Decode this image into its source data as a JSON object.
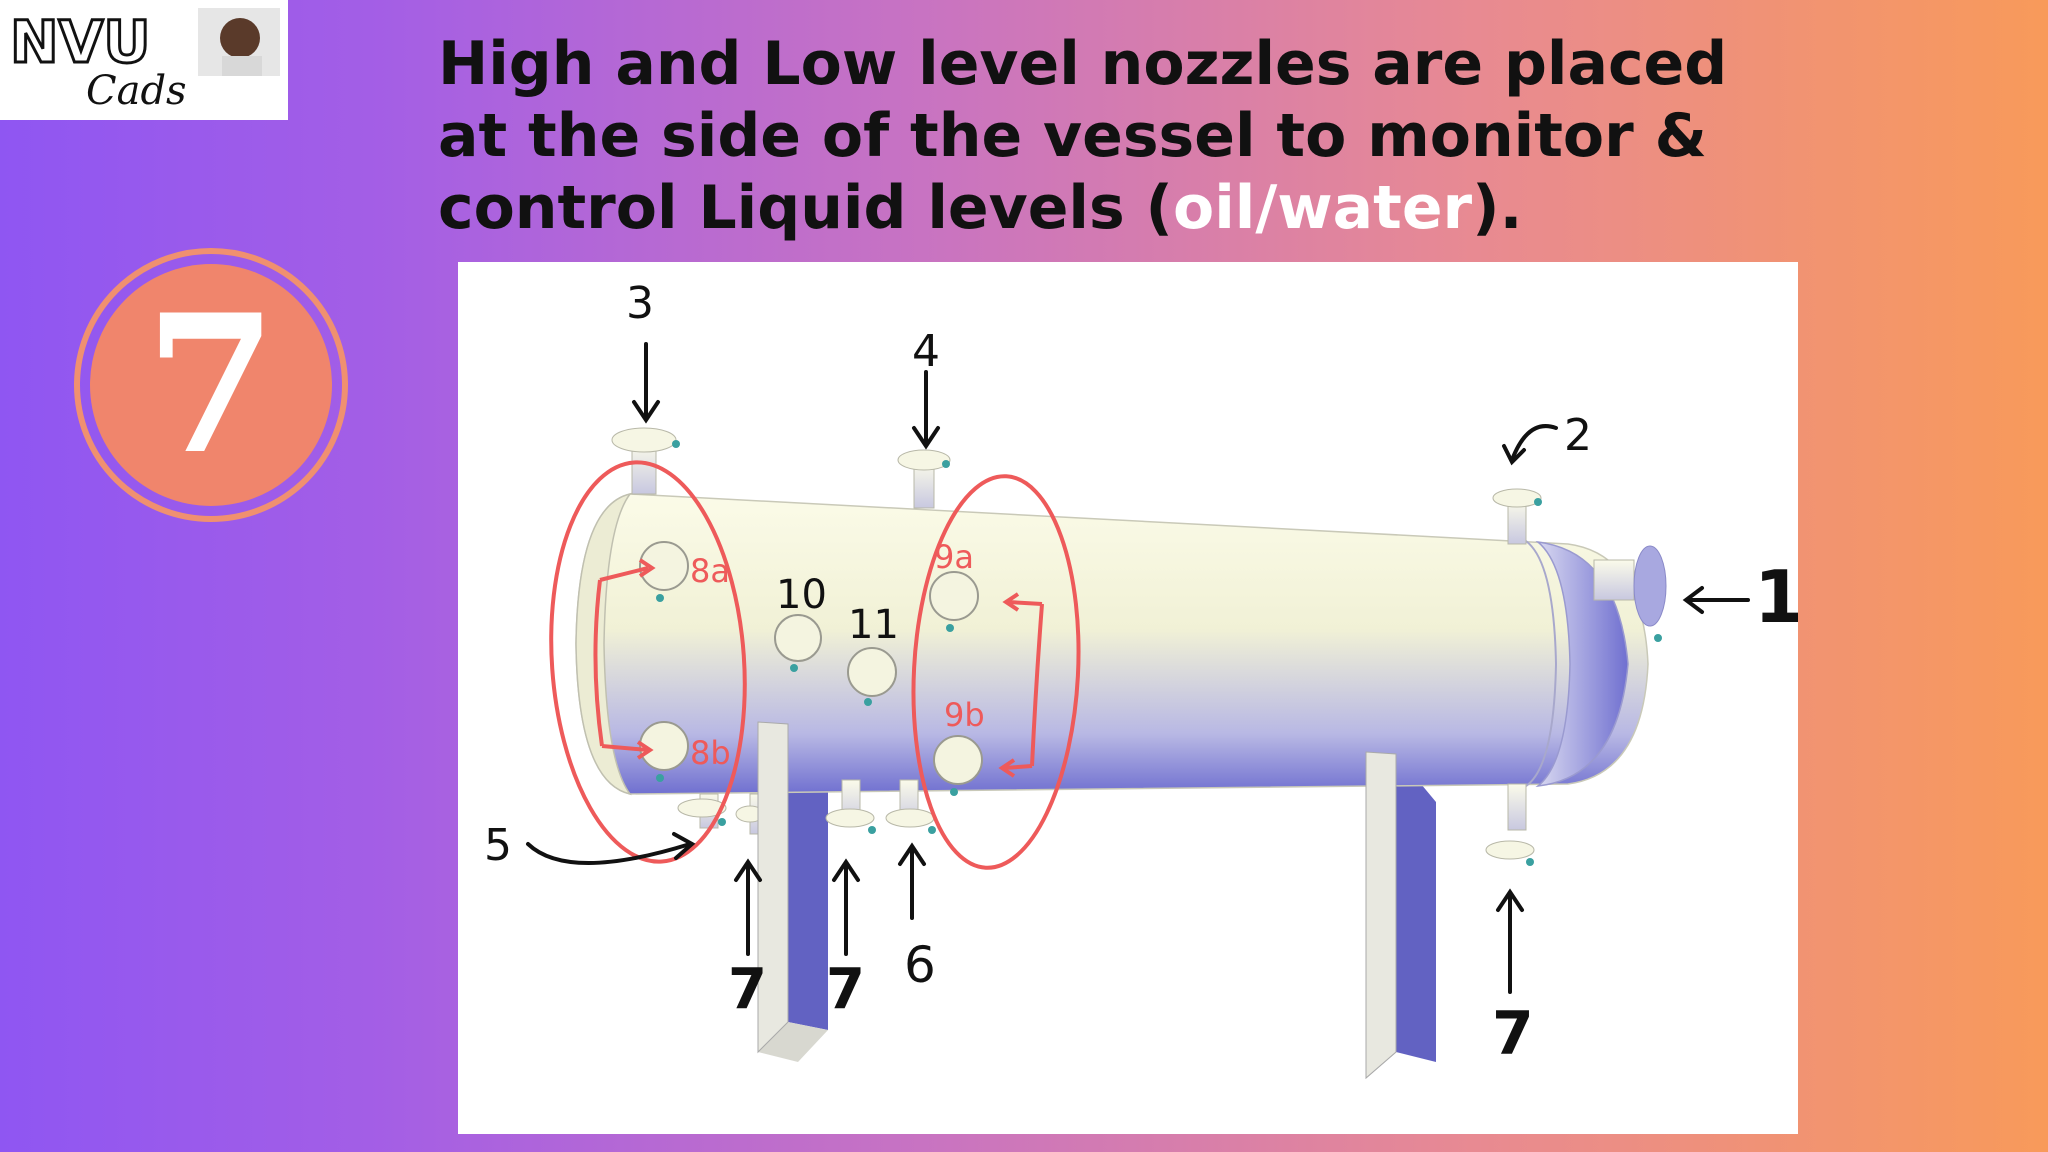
{
  "logo": {
    "brand_text": "NVU",
    "brand_sub": "Cads"
  },
  "headline": {
    "line1": "High and Low level nozzles are placed",
    "line2": "at the side of the vessel to monitor &",
    "line3_start": "control Liquid levels (",
    "line3_accent": "oil/water",
    "line3_end": ")."
  },
  "step": {
    "number": "7"
  },
  "diagram": {
    "labels": {
      "n1": "1",
      "n2": "2",
      "n3": "3",
      "n4": "4",
      "n5": "5",
      "n6": "6",
      "n7a": "7",
      "n7b": "7",
      "n7c": "7",
      "n8a": "8a",
      "n8b": "8b",
      "n9a": "9a",
      "n9b": "9b",
      "n10": "10",
      "n11": "11"
    },
    "colors": {
      "annotation_red": "#ee5a5a",
      "ink": "#111111",
      "vessel_light": "#f6f6dc",
      "vessel_shade": "#6a6ad0",
      "support": "#6060c0"
    }
  }
}
